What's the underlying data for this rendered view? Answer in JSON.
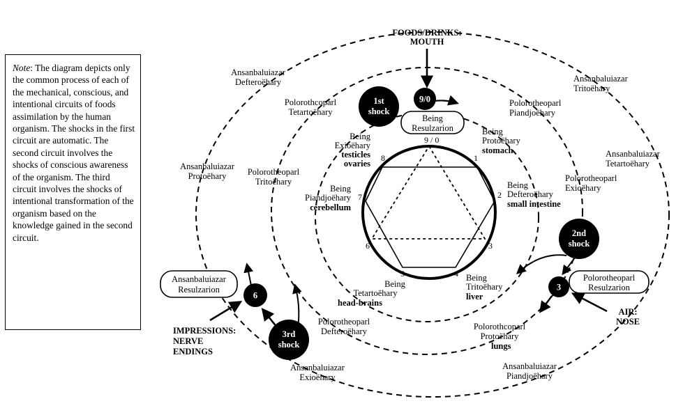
{
  "note": {
    "lead": "Note",
    "text": ": The diagram depicts only the common process of each of the mechanical, conscious, and intentional circuits of foods assimilation by the human organism. The shocks in the first circuit are automatic. The second circuit involves the shocks of conscious awareness of the organism. The third circuit involves the shocks of intentional transformation of the organism based on the knowledge gained in the second circuit."
  },
  "inputs": {
    "foods_line1": "FOODS/DRINKS:",
    "foods_line2": "MOUTH",
    "air_line1": "AIR:",
    "air_line2": "NOSE",
    "impressions_line1": "IMPRESSIONS:",
    "impressions_line2": "NERVE",
    "impressions_line3": "ENDINGS"
  },
  "shocks": {
    "first_a": "1st",
    "first_b": "shock",
    "second_a": "2nd",
    "second_b": "shock",
    "third_a": "3rd",
    "third_b": "shock"
  },
  "nodes": {
    "n9": "9/0",
    "n3": "3",
    "n6": "6",
    "being_res_a": "Being",
    "being_res_b": "Resulzarion",
    "polo_res_a": "Polorotheoparl",
    "polo_res_b": "Resulzarion",
    "ansa_res_a": "Ansanbaluiazar",
    "ansa_res_b": "Resulzarion"
  },
  "enneagram_points": {
    "p9": "9 / 0",
    "p1": "1",
    "p2": "2",
    "p3": "3",
    "p4": "4",
    "p5": "5",
    "p6": "6",
    "p7": "7",
    "p8": "8"
  },
  "inner_labels": {
    "protoehary_a": "Being",
    "protoehary_b": "Protoëhary",
    "protoehary_c": "stomach",
    "defteroehary_a": "Being",
    "defteroehary_b": "Defteroëhary",
    "defteroehary_c": "small intestine",
    "tritoehary_a": "Being",
    "tritoehary_b": "Tritoëhary",
    "tritoehary_c": "liver",
    "tetartoehary_a": "Being",
    "tetartoehary_b": "Tetartoëhary",
    "tetartoehary_c": "head-brains",
    "piandjoehary_a": "Being",
    "piandjoehary_b": "Piandjoëhary",
    "piandjoehary_c": "cerebellum",
    "exioehary_a": "Being",
    "exioehary_b": "Exioëhary",
    "exioehary_c": "testicles",
    "exioehary_d": "ovaries"
  },
  "middle_labels": {
    "tetarto_a": "Polorothcoparl",
    "tetarto_b": "Tetartoëhary",
    "piandjo_a": "Polorotheoparl",
    "piandjo_b": "Piandjoëhary",
    "exio_a": "Polorotheoparl",
    "exio_b": "Exioëhary",
    "trito_a": "Polorotheoparl",
    "trito_b": "Tritoëhary",
    "proto_a": "Polorothcoparl",
    "proto_b": "Protoëhary",
    "proto_c": "lungs",
    "deftero_a": "Polorotheoparl",
    "deftero_b": "Defteroëhary"
  },
  "outer_labels": {
    "deftero_a": "Ansanbaluiazar",
    "deftero_b": "Defteroëhary",
    "trito_a": "Ansanbaluiazar",
    "trito_b": "Tritoëhary",
    "tetarto_a": "Ansanbaluiazar",
    "tetarto_b": "Tetartoëhary",
    "proto_a": "Ansanbaluiazar",
    "proto_b": "Protoëhary",
    "exio_a": "Ansanbaluiazar",
    "exio_b": "Exioëhary",
    "piandjo_a": "Ansanbaluiazar",
    "piandjo_b": "Piandjoëhary"
  }
}
